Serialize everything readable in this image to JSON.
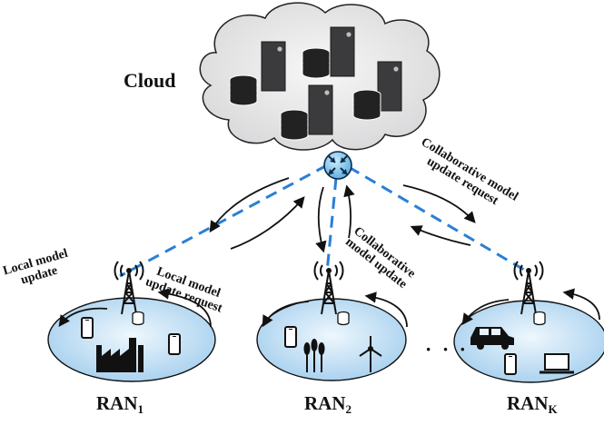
{
  "labels": {
    "cloud": "Cloud",
    "ran_1": {
      "name": "RAN",
      "sub": "1"
    },
    "ran_2": {
      "name": "RAN",
      "sub": "2"
    },
    "ran_k": {
      "name": "RAN",
      "sub": "K"
    },
    "ellipsis": "· · ·",
    "local_model_update": [
      "Local model",
      "update"
    ],
    "local_model_update_request": [
      "Local model",
      "update request"
    ],
    "collaborative_model_update": [
      "Collaborative",
      "model update"
    ],
    "collaborative_model_update_request": [
      "Collaborative model",
      "update request"
    ]
  },
  "colors": {
    "link_dashed": "#2a7fd4",
    "cloud_fill": "#e9e9ea",
    "ran_fill_center": "#e8f3fb",
    "ran_fill_edge": "#a9d1ee",
    "router_fill": "#8cc7ea",
    "server_fill": "#3a3a3a",
    "device_fill": "#111111"
  }
}
